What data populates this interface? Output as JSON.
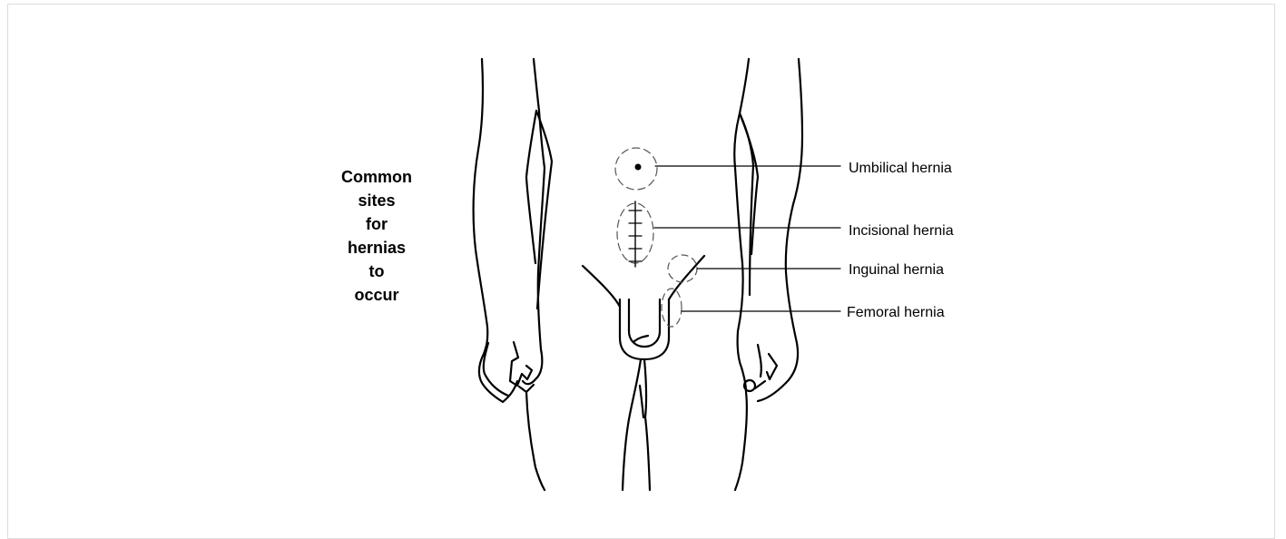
{
  "diagram": {
    "title_lines": [
      "Common",
      "sites",
      "for",
      "hernias",
      "to",
      "occur"
    ],
    "labels": {
      "umbilical": "Umbilical hernia",
      "incisional": "Incisional hernia",
      "inguinal": "Inguinal hernia",
      "femoral": "Femoral hernia"
    },
    "colors": {
      "line": "#000000",
      "background": "#ffffff",
      "frame": "#dcdcdc"
    }
  }
}
